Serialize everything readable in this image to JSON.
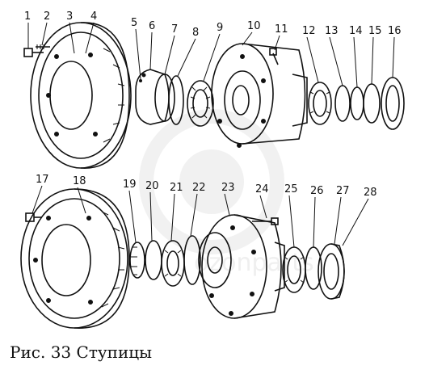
{
  "caption": "Рис. 33 Ступицы",
  "watermark": "ozonparts",
  "callouts": [
    "1",
    "2",
    "3",
    "4",
    "5",
    "6",
    "7",
    "8",
    "9",
    "10",
    "11",
    "12",
    "13",
    "14",
    "15",
    "16",
    "17",
    "18",
    "19",
    "20",
    "21",
    "22",
    "23",
    "24",
    "25",
    "26",
    "27",
    "28"
  ],
  "colors": {
    "ink": "#111111",
    "watermark": "#e3e3e3",
    "background": "#ffffff"
  }
}
